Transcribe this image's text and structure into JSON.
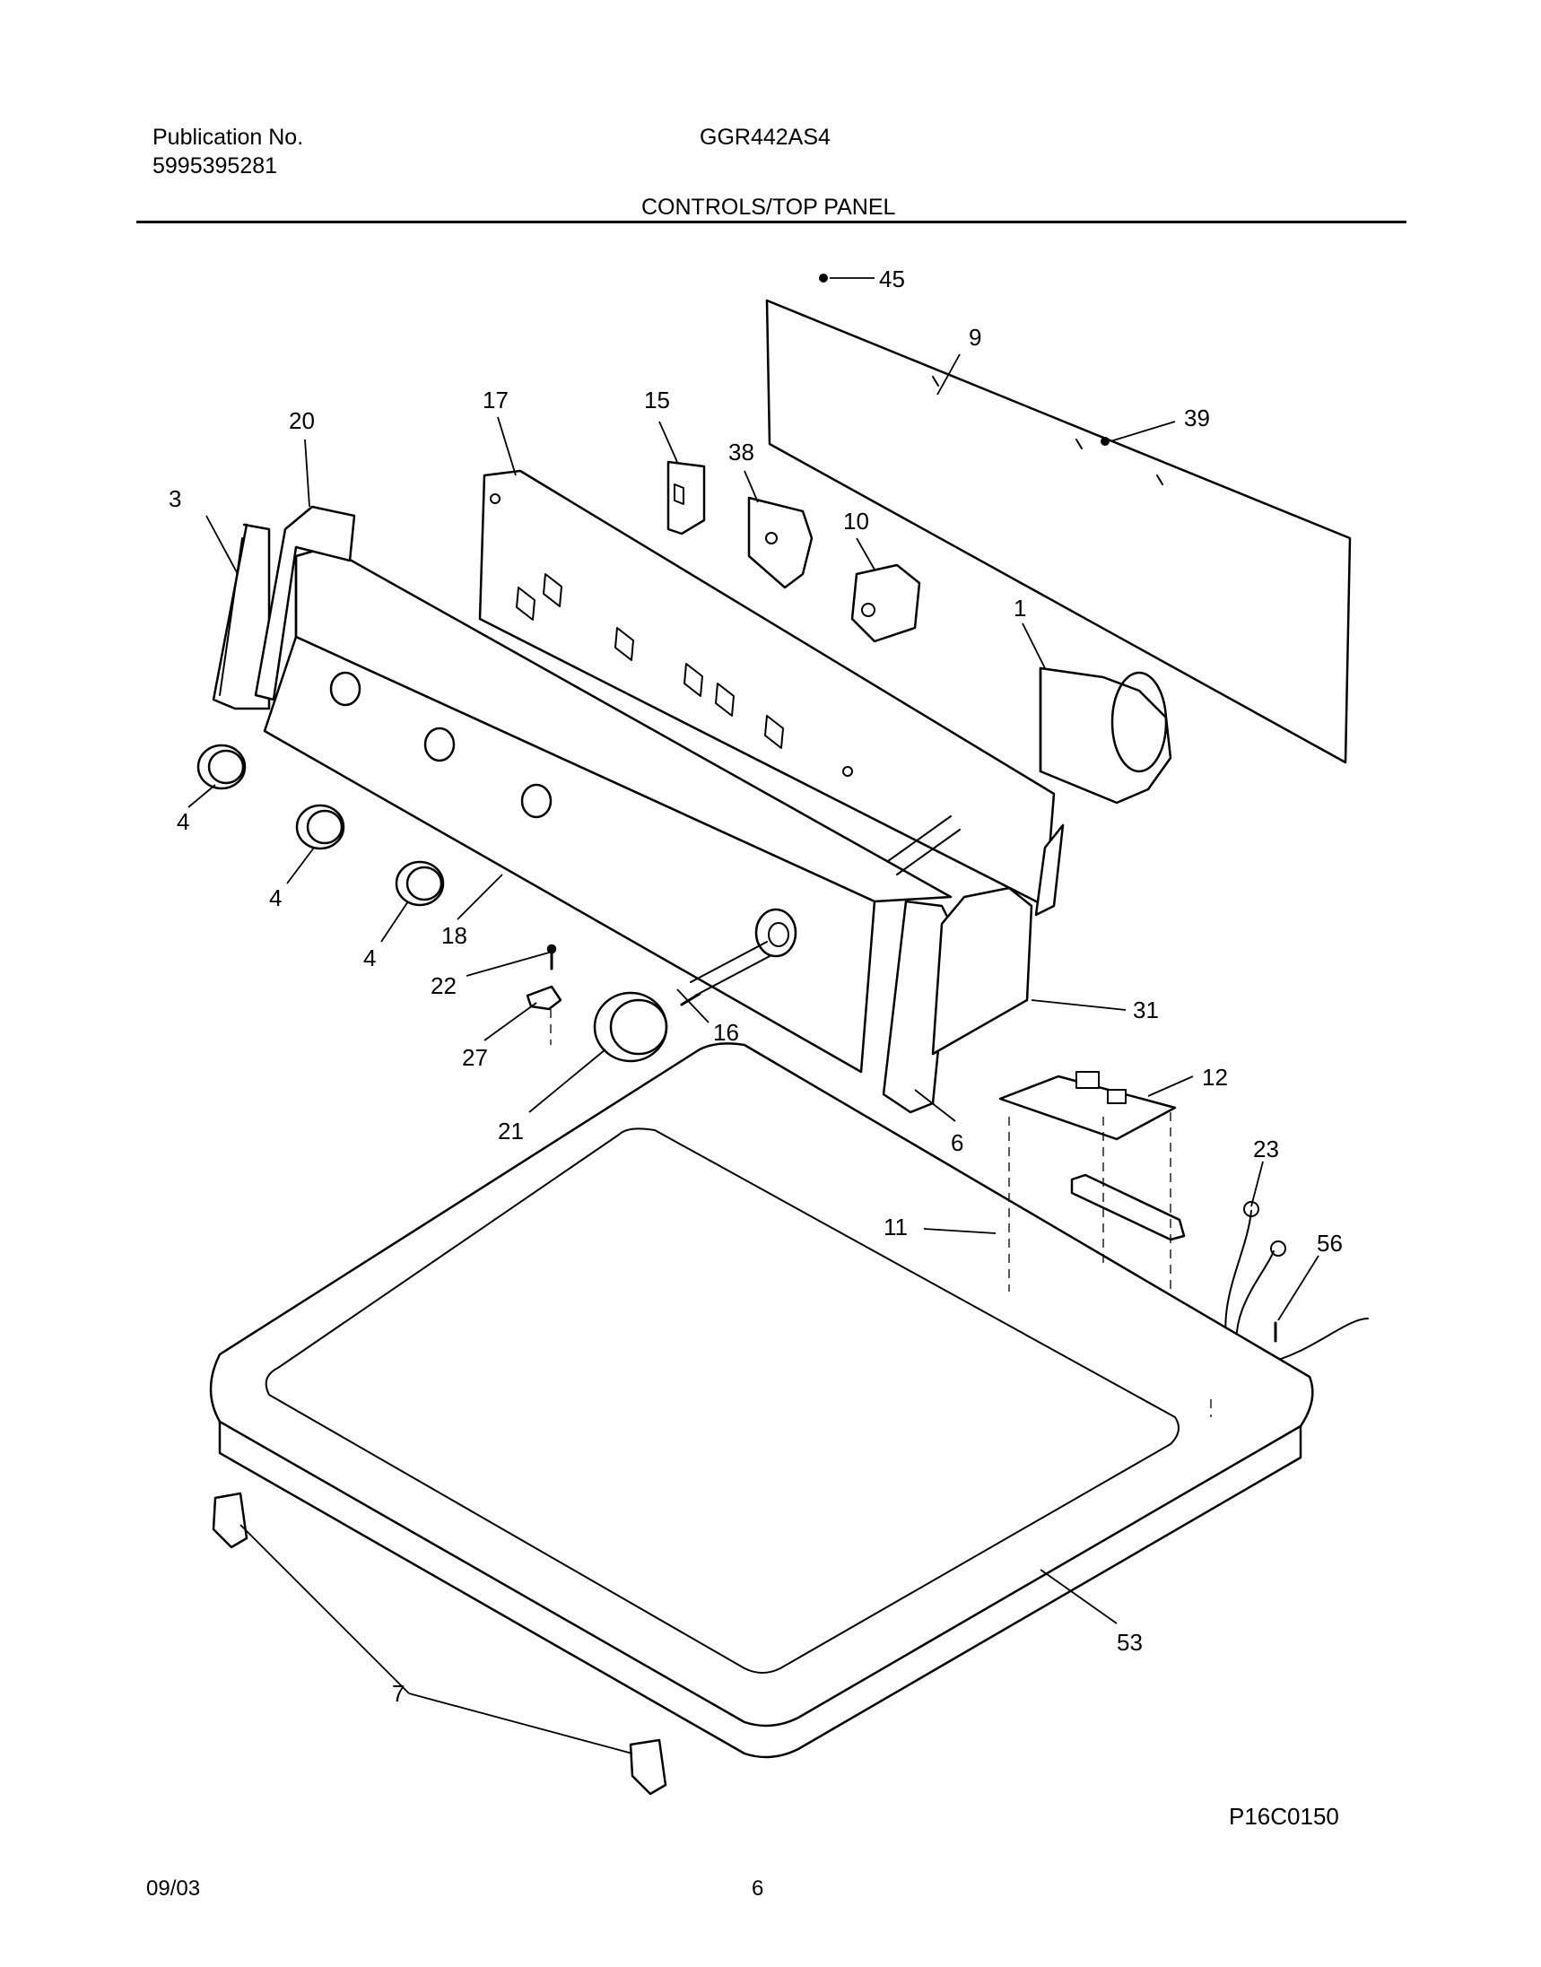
{
  "header": {
    "publication_label": "Publication No.",
    "publication_number": "5995395281",
    "model": "GGR442AS4",
    "section_title": "CONTROLS/TOP PANEL"
  },
  "callouts": {
    "c45": "45",
    "c9": "9",
    "c39": "39",
    "c17": "17",
    "c15": "15",
    "c38": "38",
    "c10": "10",
    "c20": "20",
    "c3": "3",
    "c1": "1",
    "c4a": "4",
    "c4b": "4",
    "c4c": "4",
    "c18": "18",
    "c22": "22",
    "c27": "27",
    "c16": "16",
    "c21": "21",
    "c31": "31",
    "c6": "6",
    "c12": "12",
    "c23": "23",
    "c11": "11",
    "c56": "56",
    "c53": "53",
    "c7": "7"
  },
  "footer": {
    "drawing_code": "P16C0150",
    "date": "09/03",
    "page_number": "6"
  }
}
